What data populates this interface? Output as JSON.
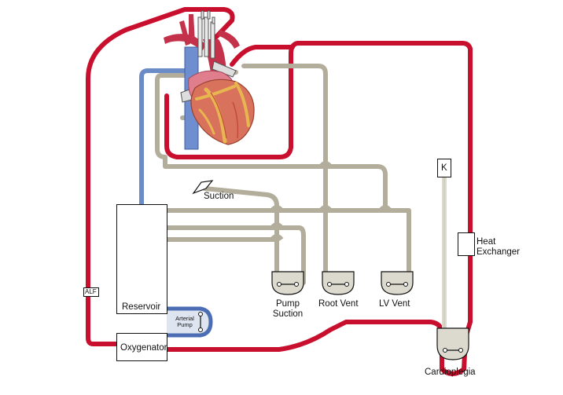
{
  "labels": {
    "suction": "Suction",
    "reservoir": "Reservoir",
    "arterial_pump_line1": "Arterial",
    "arterial_pump_line2": "Pump",
    "oxygenator": "Oxygenator",
    "alf": "ALF",
    "pump_suction_line1": "Pump",
    "pump_suction_line2": "Suction",
    "root_vent": "Root Vent",
    "lv_vent": "LV Vent",
    "k": "K",
    "heat_exchanger_line1": "Heat",
    "heat_exchanger_line2": "Exchanger",
    "cardioplegia": "Cardioplegia"
  },
  "colors": {
    "arterial_line": "#c8102e",
    "venous_line": "#6b8cc7",
    "vent_line": "#b3ad9b",
    "cardioplegia_line": "#dcdace",
    "pump_fill": "#dfe5f0",
    "heart_muscle": "#d8725c",
    "heart_fat": "#e8b650",
    "aorta": "#c4314a",
    "vein": "#6f8ed0",
    "outline": "#111111"
  }
}
